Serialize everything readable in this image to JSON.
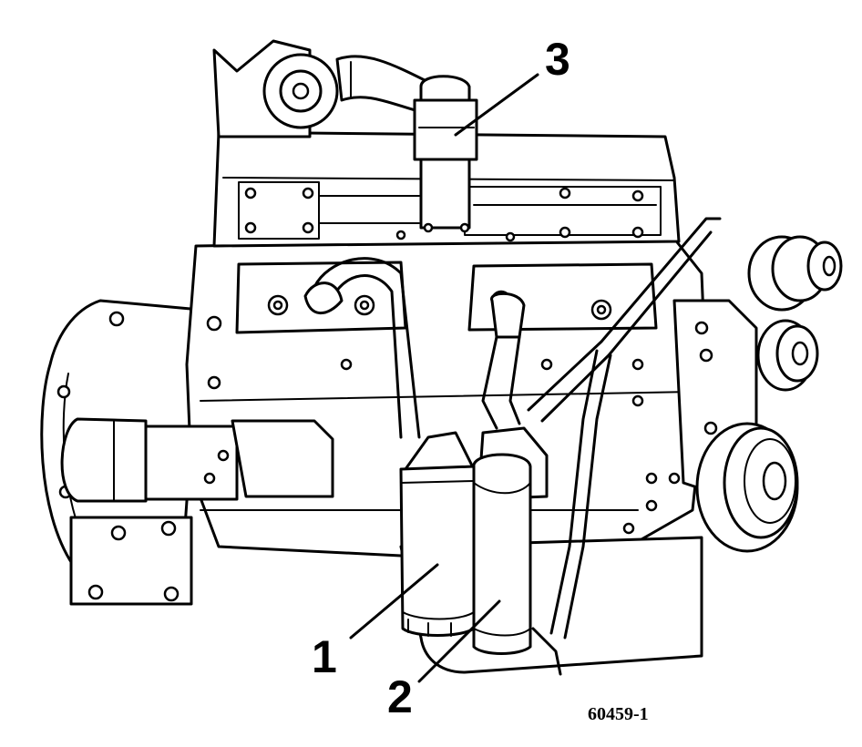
{
  "callouts": [
    {
      "label": "1"
    },
    {
      "label": "2"
    },
    {
      "label": "3"
    }
  ],
  "figure_id": "60459-1"
}
